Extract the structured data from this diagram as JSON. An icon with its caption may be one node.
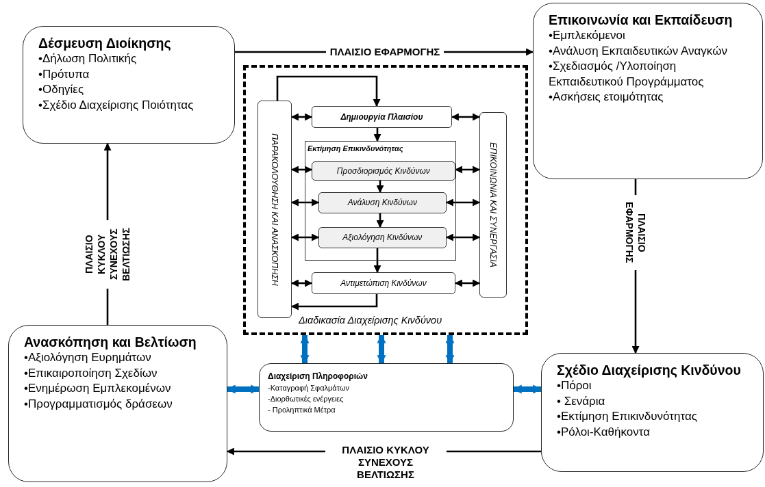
{
  "diagram": {
    "nodes": [
      {
        "text": [
          "Δέσμευση Διοίκησης",
          "•Δήλωση Πολιτικής",
          "•Πρότυπα",
          "•Οδηγίες",
          "•Σχέδιο Διαχείρισης Ποιότητας"
        ]
      },
      {
        "text": [
          "Επικοινωνία και Εκπαίδευση",
          "•Εμπλεκόμενοι",
          "•Ανάλυση Εκπαιδευτικών Αναγκών",
          "•Σχεδιασμός /Υλοποίηση Εκπαιδευτικού Προγράμματος",
          "•Ασκήσεις ετοιμότητας"
        ]
      },
      {
        "text": [
          "Διαδικασία Διαχείρισης Κινδύνου"
        ]
      },
      {
        "text": [
          "ΠΑΡΑΚΟΛΟΥΘΗΣΗ ΚΑΙ ΑΝΑΣΚΟΠΗΣΗ"
        ],
        "in": 2
      },
      {
        "text": [
          "Δημιουργία Πλαισίου"
        ],
        "in": 2
      },
      {
        "text": [
          "Εκτίμηση Επικινδυνότητας"
        ],
        "in": 2
      },
      {
        "text": [
          "Προσδιορισμός Κινδύνων"
        ],
        "in": 5
      },
      {
        "text": [
          "Ανάλυση Κινδύνων"
        ],
        "in": 5
      },
      {
        "text": [
          "Αξιολόγηση Κινδύνων"
        ],
        "in": 5
      },
      {
        "text": [
          "Αντιμετώπιση Κινδύνων"
        ],
        "in": 2
      },
      {
        "text": [
          "ΕΠΙΚΟΙΝΩΝΙΑ ΚΑΙ ΣΥΝΕΡΓΑΣΙΑ"
        ],
        "in": 2
      },
      {
        "text": [
          "Ανασκόπηση και Βελτίωση",
          "•Αξιολόγηση Ευρημάτων",
          "•Επικαιροποίηση Σχεδίων",
          "•Ενημέρωση Εμπλεκομένων",
          "•Προγραμματισμός δράσεων"
        ]
      },
      {
        "text": [
          "Διαχείριση Πληροφοριών",
          "-Καταγραφή Σφαλμάτων",
          "-Διορθωτικές ενέργειες",
          "- Προληπτικά Μέτρα"
        ]
      },
      {
        "text": [
          "Σχέδιο Διαχείρισης Κινδύνου",
          "•Πόροι",
          "• Σενάρια",
          "•Εκτίμηση Επικινδυνότητας",
          "•Ρόλοι-Καθήκοντα"
        ]
      }
    ],
    "edges": [
      {
        "from": 0,
        "to": 1,
        "arrow": "to",
        "label": "ΠΛΑΙΣΙΟ ΕΦΑΡΜΟΓΗΣ"
      },
      {
        "from": 1,
        "to": 13,
        "arrow": "to",
        "label": "ΠΛΑΙΣΙΟ ΕΦΑΡΜΟΓΗΣ"
      },
      {
        "from": 13,
        "to": 11,
        "arrow": "to",
        "label": "ΠΛΑΙΣΙΟ ΚΥΚΛΟΥ ΣΥΝΕΧΟΥΣ ΒΕΛΤΙΩΣΗΣ"
      },
      {
        "from": 11,
        "to": 0,
        "arrow": "to",
        "label": "ΠΛΑΙΣΙΟ ΚΥΚΛΟΥ ΣΥΝΕΧΟΥΣ ΒΕΛΤΙΩΣΗΣ"
      },
      {
        "from": 12,
        "to": 2,
        "arrow": "both",
        "style": "thick",
        "color": "#0070c0"
      },
      {
        "from": 12,
        "to": 2,
        "arrow": "both",
        "style": "thick",
        "color": "#0070c0"
      },
      {
        "from": 12,
        "to": 2,
        "arrow": "both",
        "style": "thick",
        "color": "#0070c0"
      },
      {
        "from": 11,
        "to": 12,
        "arrow": "both",
        "style": "thick",
        "color": "#0070c0"
      },
      {
        "from": 12,
        "to": 13,
        "arrow": "both",
        "style": "thick",
        "color": "#0070c0"
      },
      {
        "from": 3,
        "to": 4,
        "arrow": "to"
      },
      {
        "from": 4,
        "to": 5,
        "arrow": "to"
      },
      {
        "from": 6,
        "to": 7,
        "arrow": "to"
      },
      {
        "from": 7,
        "to": 8,
        "arrow": "to"
      },
      {
        "from": 8,
        "to": 9,
        "arrow": "to"
      },
      {
        "from": 9,
        "to": 3,
        "arrow": "to"
      },
      {
        "from": 3,
        "to": 4,
        "arrow": "both"
      },
      {
        "from": 3,
        "to": 6,
        "arrow": "both"
      },
      {
        "from": 3,
        "to": 7,
        "arrow": "both"
      },
      {
        "from": 3,
        "to": 8,
        "arrow": "both"
      },
      {
        "from": 3,
        "to": 9,
        "arrow": "both"
      },
      {
        "from": 4,
        "to": 10,
        "arrow": "both"
      },
      {
        "from": 6,
        "to": 10,
        "arrow": "both"
      },
      {
        "from": 7,
        "to": 10,
        "arrow": "both"
      },
      {
        "from": 8,
        "to": 10,
        "arrow": "both"
      },
      {
        "from": 9,
        "to": 10,
        "arrow": "both"
      }
    ]
  }
}
